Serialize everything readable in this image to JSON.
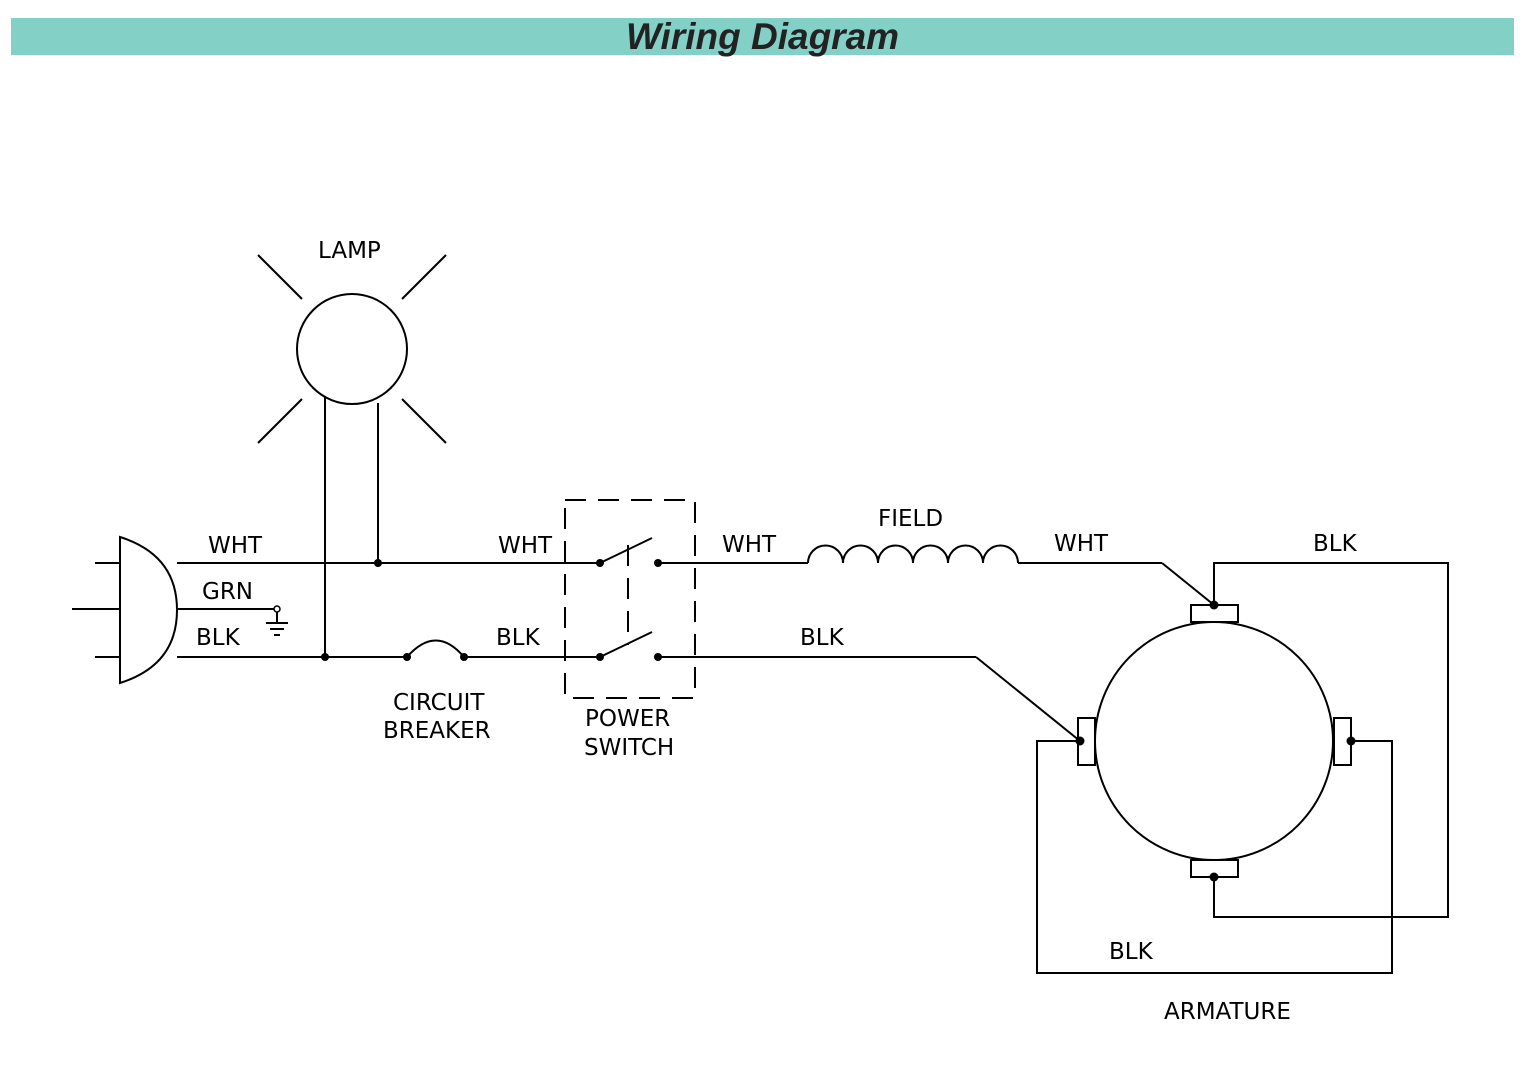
{
  "title": "Wiring Diagram",
  "colors": {
    "title_bar": "#83d0c7",
    "line": "#000000"
  },
  "labels": {
    "lamp": "LAMP",
    "wht_cord": "WHT",
    "grn_cord": "GRN",
    "blk_cord": "BLK",
    "circuit_breaker_line1": "CIRCUIT",
    "circuit_breaker_line2": "BREAKER",
    "wht_switch_in": "WHT",
    "blk_switch_in": "BLK",
    "power_switch_line1": "POWER",
    "power_switch_line2": "SWITCH",
    "wht_switch_out": "WHT",
    "field": "FIELD",
    "wht_field_out": "WHT",
    "blk_switch_out": "BLK",
    "blk_top_right": "BLK",
    "blk_bottom": "BLK",
    "armature": "ARMATURE"
  }
}
